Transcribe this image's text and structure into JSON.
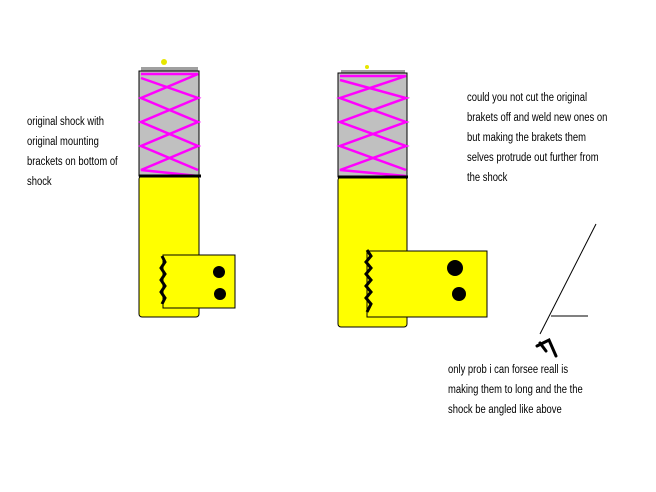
{
  "notes": {
    "left_note": {
      "lines": [
        "original shock with",
        "original mounting",
        "brackets on bottom of",
        "shock"
      ]
    },
    "right_note": {
      "lines": [
        "could you not cut the original",
        "brakets off and weld new ones on",
        "but making the brakets them",
        "selves protrude out further from",
        "the shock"
      ]
    },
    "bottom_note": {
      "lines": [
        "only prob i can forsee reall is",
        "making them to long and the the",
        "shock be angled like above"
      ]
    }
  },
  "colors": {
    "shock_body": "#ffff00",
    "spring_sleeve": "#c0c0c0",
    "spring_coil": "#ff00ff",
    "outline": "#000000",
    "cap": "#a0a0a0",
    "nub": "#e6e600",
    "background": "#ffffff"
  }
}
